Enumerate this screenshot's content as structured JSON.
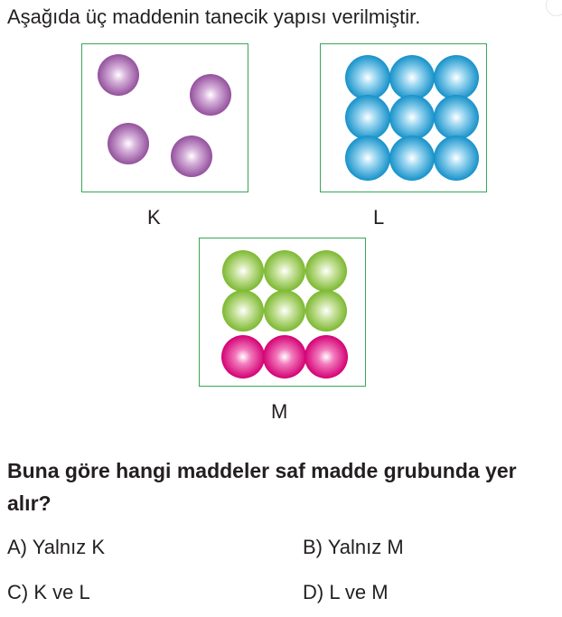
{
  "intro": "Aşağıda üç maddenin tanecik yapısı verilmiştir.",
  "labels": {
    "k": "K",
    "l": "L",
    "m": "M"
  },
  "question": "Buna göre hangi maddeler saf madde grubunda yer alır?",
  "options": {
    "a": "A) Yalnız K",
    "b": "B) Yalnız M",
    "c": "C) K ve L",
    "d": "D) L ve M"
  },
  "colors": {
    "box_border": "#3aa655",
    "purple": "#a363ab",
    "blue": "#29a8e0",
    "green": "#8cc63f",
    "pink": "#e6007e"
  }
}
